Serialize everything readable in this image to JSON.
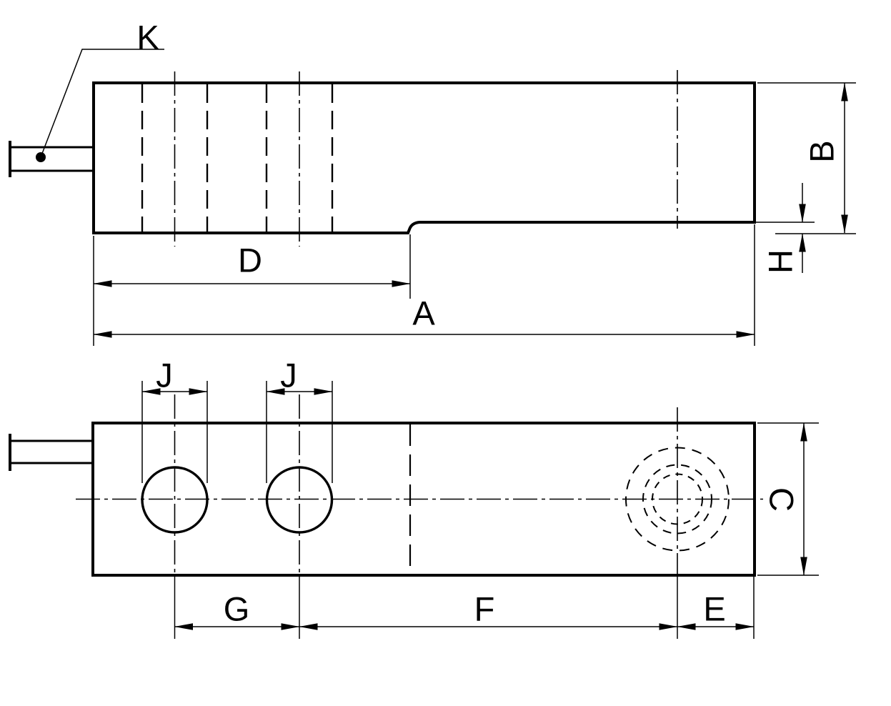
{
  "canvas": {
    "background": "#ffffff",
    "line_color": "#000000"
  },
  "labels": {
    "a": "A",
    "b": "B",
    "c": "C",
    "d": "D",
    "e": "E",
    "f": "F",
    "g": "G",
    "h": "H",
    "j1": "J",
    "j2": "J",
    "k": "K"
  }
}
